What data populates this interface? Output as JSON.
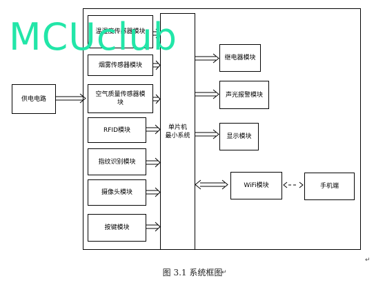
{
  "blocks": {
    "power": "供电电路",
    "temp": "温湿度传感器模块",
    "smoke": "烟雾传感器模块",
    "air": "空气质量传感器模块",
    "rfid": "RFID模块",
    "finger": "指纹识别模块",
    "camera": "摄像头模块",
    "key": "按键模块",
    "mcu": "单片机\n最小系统",
    "relay": "继电器模块",
    "alarm": "声光报警模块",
    "display": "显示模块",
    "wifi": "WiFi模块",
    "phone": "手机端"
  },
  "watermark": "MCUclub",
  "caption": "图 3.1 系统框图",
  "marks": {
    "m1": "↵",
    "m2": "↵"
  }
}
